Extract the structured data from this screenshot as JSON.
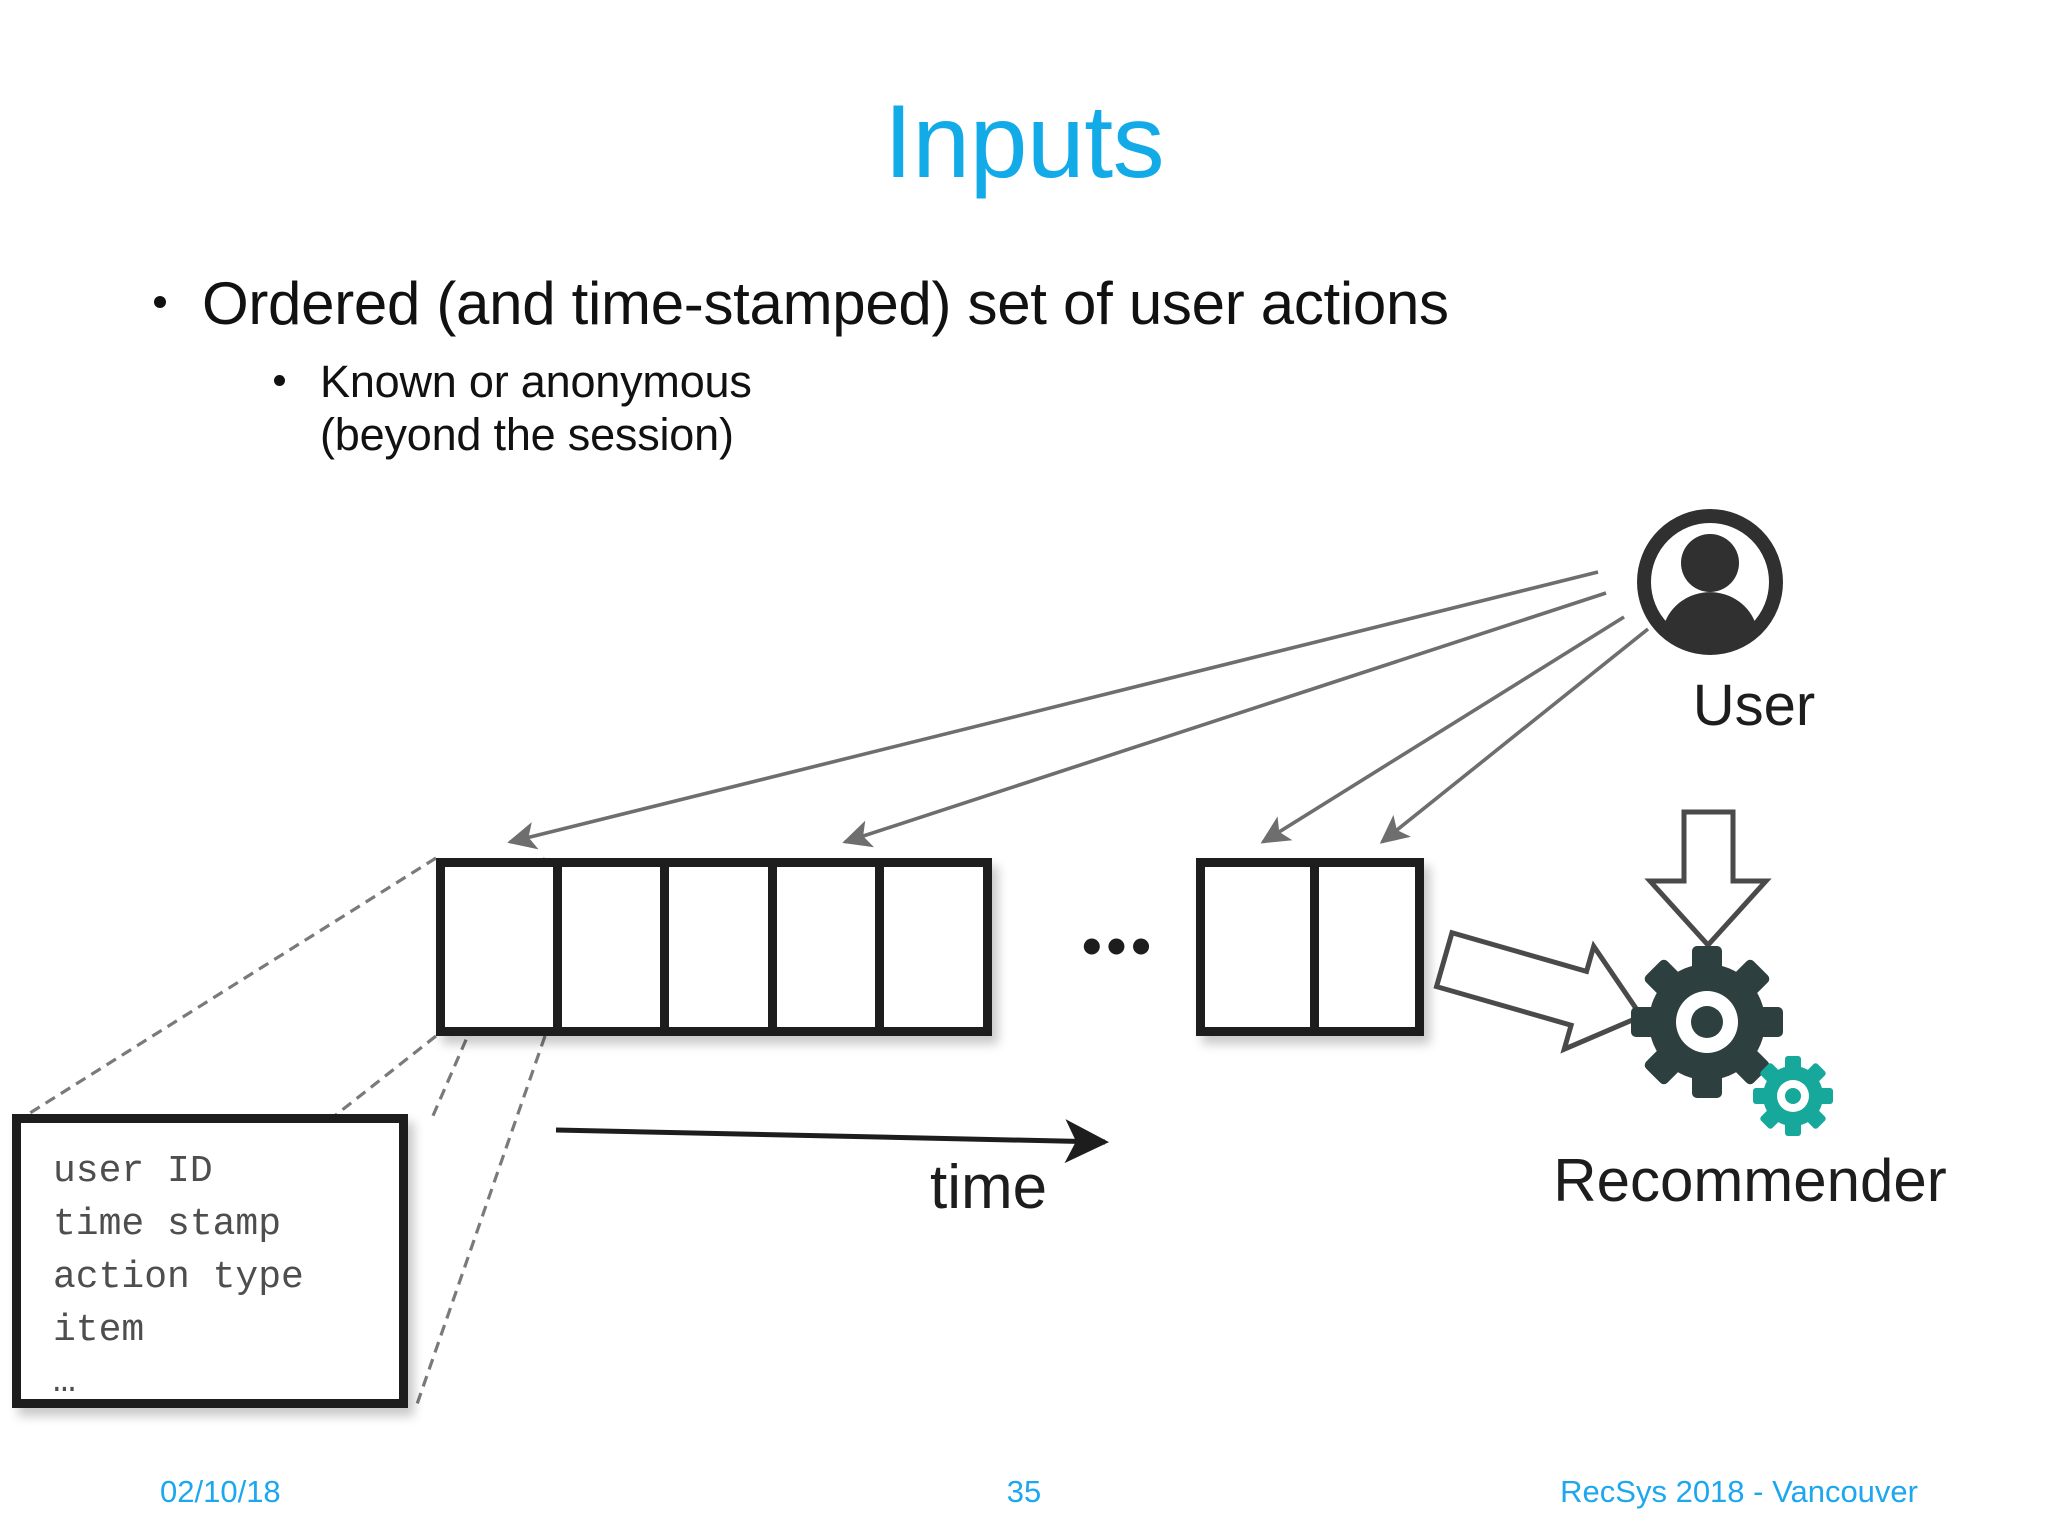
{
  "slide": {
    "title": "Inputs",
    "title_color": "#12abe8",
    "bullets": [
      {
        "level": 1,
        "text": "Ordered (and time-stamped) set of user actions"
      },
      {
        "level": 2,
        "text": "Known or anonymous",
        "text_line2": "(beyond the session)"
      }
    ]
  },
  "figure": {
    "user_label": "User",
    "recommender_label": "Recommender",
    "time_label": "time",
    "ellipsis": "•••",
    "session_a_cells": 5,
    "session_b_cells": 2,
    "detail_box": {
      "lines": [
        "user ID",
        "time stamp",
        "action type",
        "item",
        "…"
      ]
    },
    "icons": {
      "user": "user-avatar-icon",
      "gear_large": "gear-icon",
      "gear_small": "gear-small-icon",
      "down_arrow": "block-arrow-down-icon",
      "right_arrow": "block-arrow-right-icon",
      "time_arrow": "time-axis-arrow-icon"
    },
    "colors": {
      "gear_large": "#2d3f3e",
      "gear_small": "#16a89a",
      "box_border": "#1d1d1d",
      "arrow_thin": "#6e6e6e",
      "arrow_outline": "#4a4a4a"
    }
  },
  "footer": {
    "date": "02/10/18",
    "page": "35",
    "event": "RecSys 2018 - Vancouver",
    "color": "#1ca7ef"
  }
}
